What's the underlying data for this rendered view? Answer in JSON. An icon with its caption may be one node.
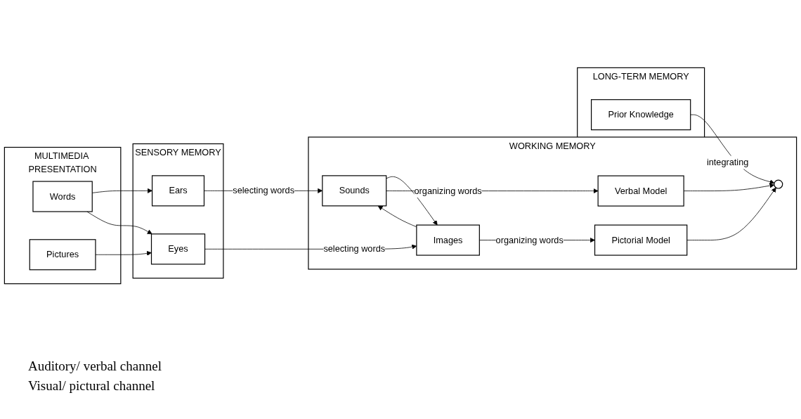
{
  "diagram": {
    "nodes": [
      {
        "text": [
          "MULTIMEDIA PRESENTATION"
        ]
      },
      {
        "text": [
          "Words"
        ],
        "in": 0
      },
      {
        "text": [
          "Pictures"
        ],
        "in": 0
      },
      {
        "text": [
          "SENSORY MEMORY"
        ]
      },
      {
        "text": [
          "Ears"
        ],
        "in": 3
      },
      {
        "text": [
          "Eyes"
        ],
        "in": 3
      },
      {
        "text": [
          "WORKING MEMORY"
        ]
      },
      {
        "text": [
          "Sounds"
        ],
        "in": 6
      },
      {
        "text": [
          "Images"
        ],
        "in": 6
      },
      {
        "text": [
          "Verbal Model"
        ],
        "in": 6
      },
      {
        "text": [
          "Pictorial Model"
        ],
        "in": 6
      },
      {
        "text": [],
        "shape": "circle",
        "in": 6
      },
      {
        "text": [
          "LONG-TERM MEMORY"
        ]
      },
      {
        "text": [
          "Prior Knowledge"
        ],
        "in": 12
      }
    ],
    "edges": [
      {
        "from": 1,
        "to": 4,
        "arrow": "to"
      },
      {
        "from": 1,
        "to": 5,
        "arrow": "to"
      },
      {
        "from": 2,
        "to": 5,
        "arrow": "to"
      },
      {
        "from": 4,
        "to": 7,
        "arrow": "to",
        "label": "selecting words"
      },
      {
        "from": 5,
        "to": 8,
        "arrow": "to",
        "label": "selecting words"
      },
      {
        "from": 7,
        "to": 8,
        "arrow": "to"
      },
      {
        "from": 8,
        "to": 7,
        "arrow": "to"
      },
      {
        "from": 7,
        "to": 9,
        "arrow": "to",
        "label": "organizing words"
      },
      {
        "from": 8,
        "to": 10,
        "arrow": "to",
        "label": "organizing words"
      },
      {
        "from": 9,
        "to": 11,
        "arrow": "to"
      },
      {
        "from": 10,
        "to": 11,
        "arrow": "to"
      },
      {
        "from": 13,
        "to": 11,
        "arrow": "to",
        "label": "integrating"
      }
    ],
    "labels": [
      "Auditory/ verbal channel",
      "Visual/ pictural channel"
    ]
  }
}
